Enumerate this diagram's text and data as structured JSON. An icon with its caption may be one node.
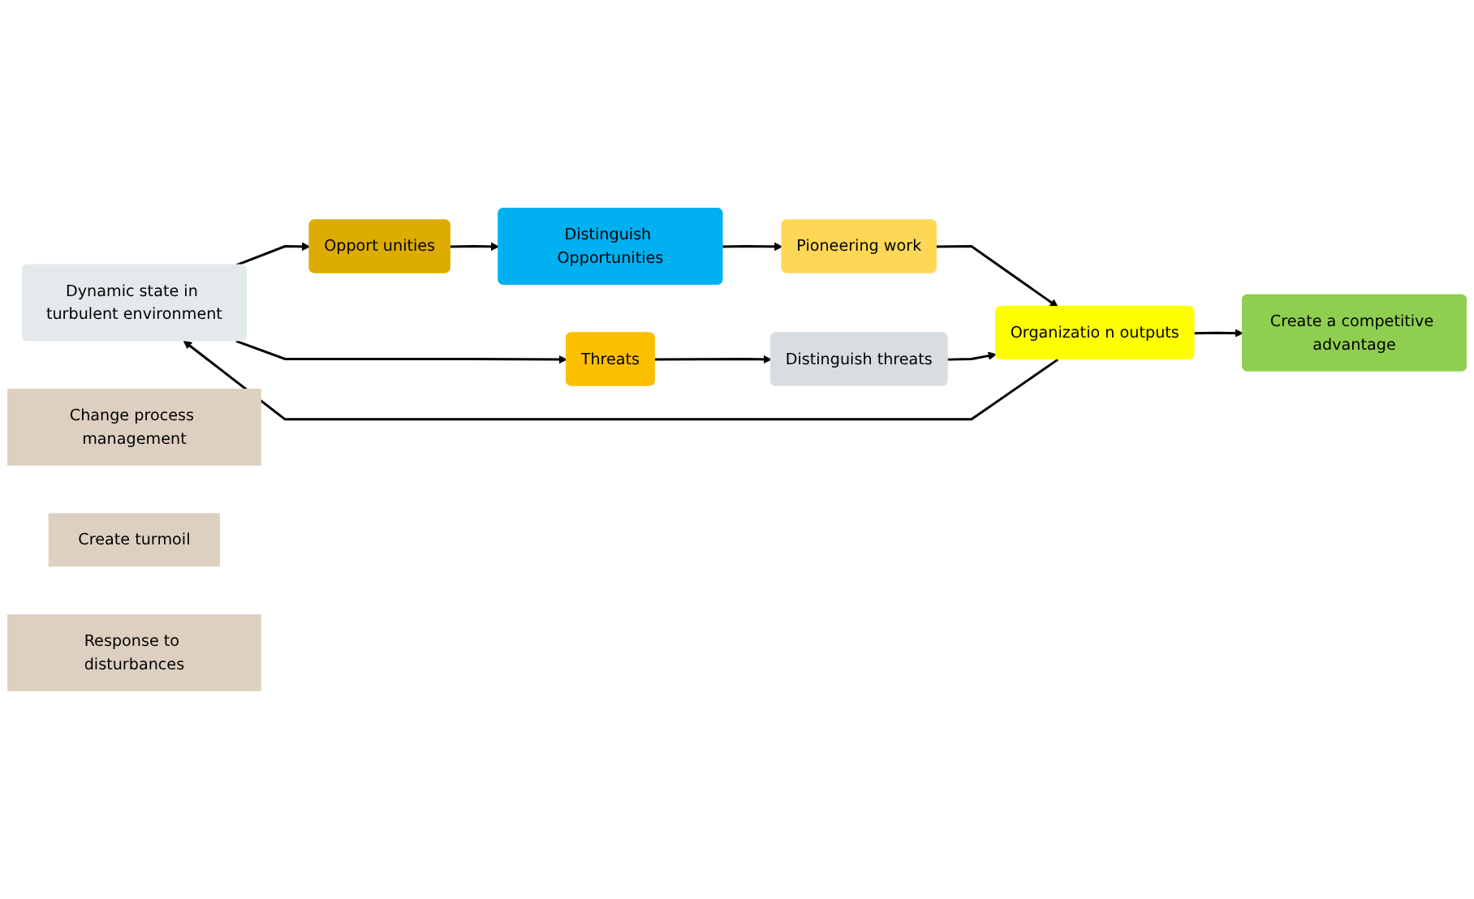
{
  "diagram": {
    "nodes": [
      {
        "text": [
          "Dynamic state in turbulent environment"
        ]
      },
      {
        "text": [
          "Threats"
        ]
      },
      {
        "text": [
          "Opport unities"
        ]
      },
      {
        "text": [
          "Change process management"
        ]
      },
      {
        "text": [
          "Pioneering work"
        ]
      },
      {
        "text": [
          "Create turmoil"
        ]
      },
      {
        "text": [
          "Distinguish Opportunities"
        ]
      },
      {
        "text": [
          "Organizatio n outputs"
        ]
      },
      {
        "text": [
          "Distinguish threats"
        ]
      },
      {
        "text": [
          "Response to disturbances"
        ]
      },
      {
        "text": [
          "Create a competitive advantage"
        ]
      }
    ],
    "edges": [
      {
        "from": 0,
        "to": 1,
        "arrow": "to"
      },
      {
        "from": 0,
        "to": 2,
        "arrow": "to"
      },
      {
        "from": 2,
        "to": 6,
        "arrow": "to"
      },
      {
        "from": 1,
        "to": 8,
        "arrow": "to"
      },
      {
        "from": 6,
        "to": 4,
        "arrow": "to"
      },
      {
        "from": 4,
        "to": 7,
        "arrow": "to"
      },
      {
        "from": 8,
        "to": 7,
        "arrow": "to"
      },
      {
        "from": 7,
        "to": 0,
        "arrow": "to"
      },
      {
        "from": 7,
        "to": 10,
        "arrow": "to"
      }
    ]
  }
}
